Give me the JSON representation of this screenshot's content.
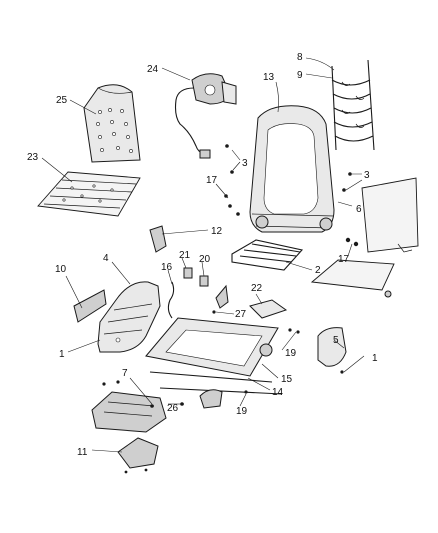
{
  "callouts": {
    "c1a": "1",
    "c1b": "1",
    "c2": "2",
    "c3a": "3",
    "c3b": "3",
    "c4": "4",
    "c5": "5",
    "c6": "6",
    "c7": "7",
    "c8": "8",
    "c9": "9",
    "c10": "10",
    "c11": "11",
    "c12": "12",
    "c13": "13",
    "c14": "14",
    "c15": "15",
    "c16": "16",
    "c17a": "17",
    "c17b": "17",
    "c19a": "19",
    "c19b": "19",
    "c20": "20",
    "c21": "21",
    "c22": "22",
    "c23": "23",
    "c24": "24",
    "c25": "25",
    "c26": "26",
    "c27": "27"
  }
}
